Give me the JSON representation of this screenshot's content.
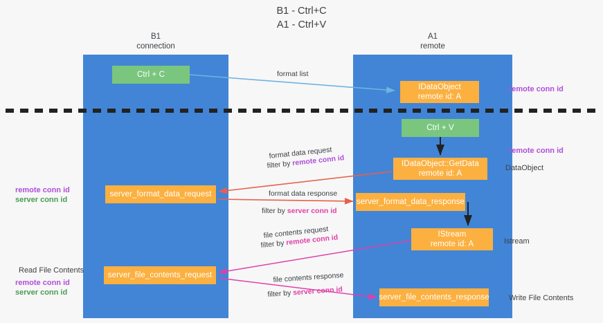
{
  "title": {
    "line1": "B1 - Ctrl+C",
    "line2": "A1 - Ctrl+V"
  },
  "lanes": [
    {
      "id": "b1",
      "name": "B1",
      "sub": "connection"
    },
    {
      "id": "a1",
      "name": "A1",
      "sub": "remote"
    }
  ],
  "nodes": {
    "ctrl_c": {
      "line1": "Ctrl + C",
      "color": "#7ac67f"
    },
    "idataobject": {
      "line1": "IDataObject",
      "line2": "remote id: A",
      "color": "#fbb040"
    },
    "ctrl_v": {
      "line1": "Ctrl + V",
      "color": "#7ac67f"
    },
    "getdata": {
      "line1": "IDataObject::GetData",
      "line2": "remote id: A",
      "color": "#fbb040"
    },
    "server_format_data_request": {
      "line1": "server_format_data_request",
      "color": "#fbb040"
    },
    "server_format_data_response": {
      "line1": "server_format_data_response",
      "color": "#fbb040"
    },
    "istream": {
      "line1": "IStream",
      "line2": "remote id: A",
      "color": "#fbb040"
    },
    "server_file_contents_request": {
      "line1": "server_file_contents_request",
      "color": "#fbb040"
    },
    "server_file_contents_response": {
      "line1": "server_file_contents_response",
      "color": "#fbb040"
    }
  },
  "side_labels": {
    "remote_conn_id_top": "remote conn id",
    "remote_conn_id_mid": "remote conn id",
    "dataobject": "DataObject",
    "istream": "Istream",
    "write_file_contents": "Write File Contents",
    "read_file_contents": "Read File Contents",
    "left_remote_conn_id": "remote conn id",
    "left_server_conn_id": "server conn id",
    "left_remote_conn_id_2": "remote conn id",
    "left_server_conn_id_2": "server conn id"
  },
  "edge_labels": {
    "format_list": "format list",
    "format_data_request": "format data request",
    "filter_by": "filter by ",
    "filter_remote_conn_id_1": "remote conn id",
    "format_data_response": "format data response",
    "filter_server_conn_id_1": "server conn id",
    "file_contents_request": "file contents request",
    "filter_remote_conn_id_2": "remote conn id",
    "file_contents_response": "file contents response",
    "filter_server_conn_id_2": "server conn id"
  },
  "colors": {
    "lane": "#4285d6",
    "green_node": "#7ac67f",
    "orange_node": "#fbb040",
    "purple_text": "#b04fd8",
    "pink_text": "#e040a8",
    "green_text": "#4a9c52",
    "edge_blue": "#6fb3e0",
    "edge_red": "#e8604c",
    "edge_pink": "#e040a8",
    "edge_black": "#222222",
    "background": "#f7f7f7"
  }
}
